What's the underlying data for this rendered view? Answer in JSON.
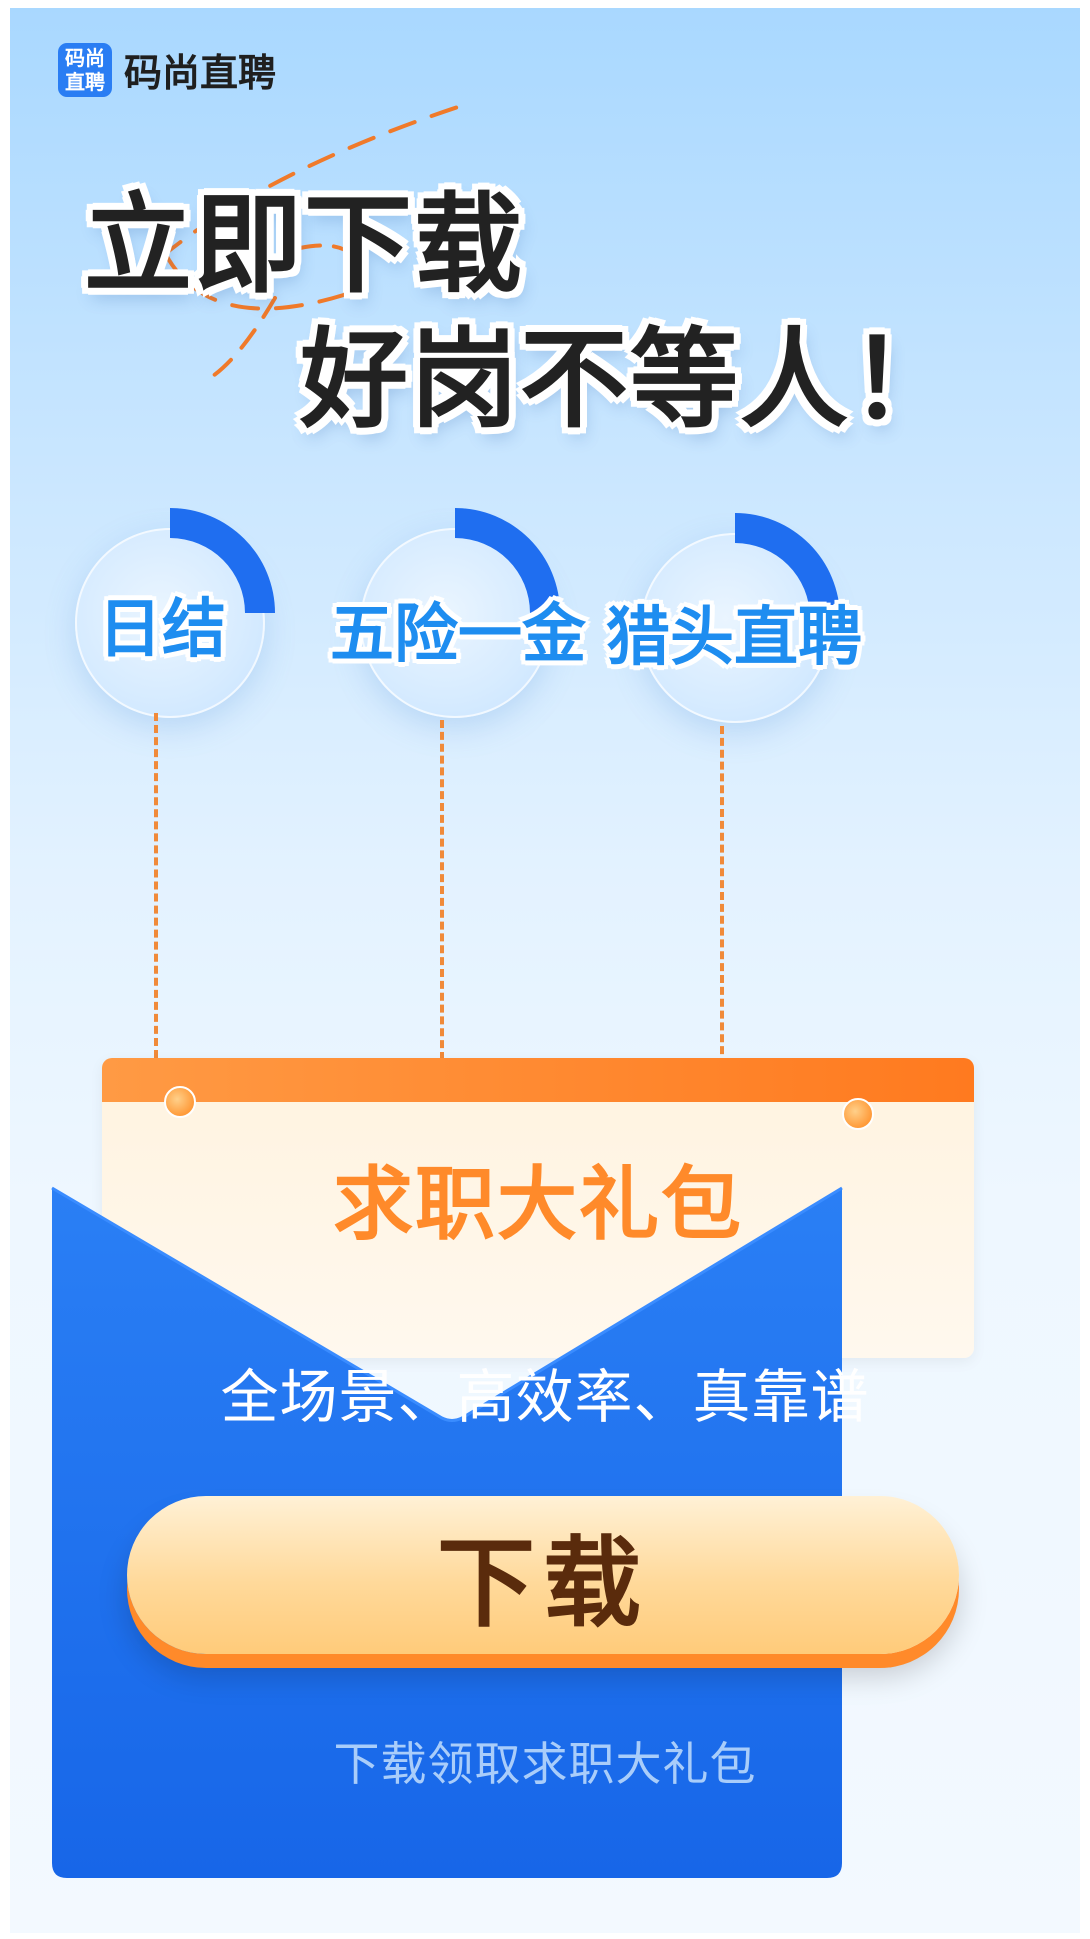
{
  "brand": {
    "logo_line1": "码尚",
    "logo_line2": "直聘",
    "name": "码尚直聘"
  },
  "headline": {
    "line1": "立即下载",
    "line2": "好岗不等人！"
  },
  "benefits": [
    {
      "label": "日结",
      "icon": "quarter-arc-icon"
    },
    {
      "label": "五险一金",
      "icon": "quarter-arc-icon"
    },
    {
      "label": "猎头直聘",
      "icon": "quarter-arc-icon"
    }
  ],
  "card": {
    "title": "求职大礼包"
  },
  "envelope": {
    "tagline": "全场景、高效率、真靠谱",
    "download_label": "下载",
    "footnote": "下载领取求职大礼包"
  },
  "colors": {
    "accent_blue": "#1f78f0",
    "accent_orange": "#ff8a2a",
    "headline_dark": "#222222"
  }
}
